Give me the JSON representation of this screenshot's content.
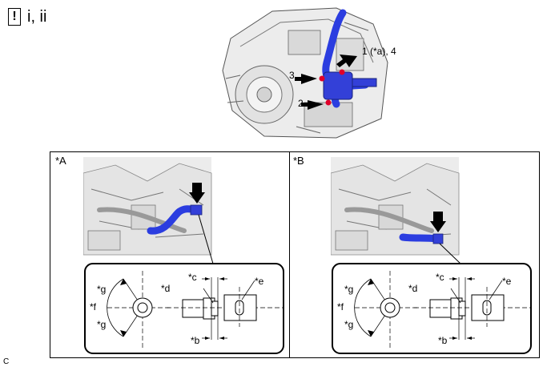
{
  "header": {
    "label": "i, ii"
  },
  "overview": {
    "callouts": {
      "c1": "1 (*a), 4",
      "c2": "2",
      "c3": "3"
    }
  },
  "panel_a": {
    "title": "*A",
    "labels": {
      "g1": "*g",
      "f": "*f",
      "g2": "*g",
      "d": "*d",
      "c": "*c",
      "e": "*e",
      "b": "*b"
    }
  },
  "panel_b": {
    "title": "*B",
    "labels": {
      "g1": "*g",
      "f": "*f",
      "g2": "*g",
      "d": "*d",
      "c": "*c",
      "e": "*e",
      "b": "*b"
    }
  },
  "footer": {
    "code": "C"
  },
  "colors": {
    "hose": "#2b3de0",
    "bolt_mark": "#e0002a",
    "engine": "#8e8e8e"
  }
}
